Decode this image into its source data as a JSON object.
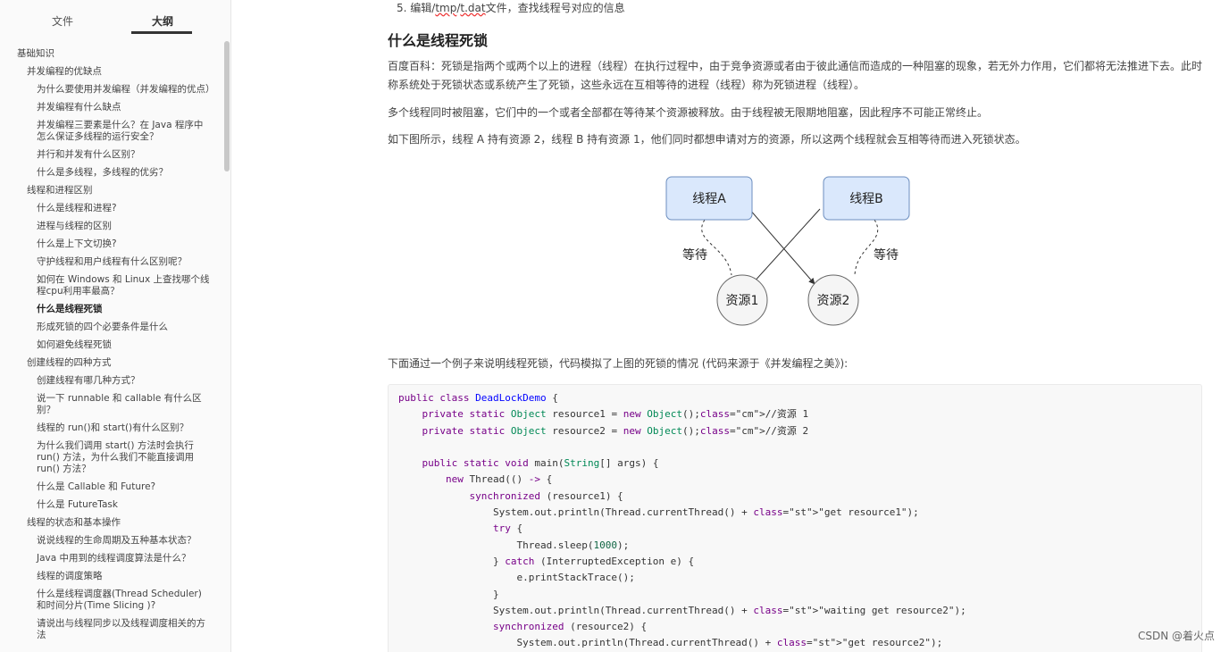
{
  "sidebar": {
    "tabs": [
      {
        "label": "文件"
      },
      {
        "label": "大纲"
      }
    ],
    "toc": [
      {
        "label": "基础知识",
        "level": 1
      },
      {
        "label": "并发编程的优缺点",
        "level": 2
      },
      {
        "label": "为什么要使用并发编程（并发编程的优点）",
        "level": 3
      },
      {
        "label": "并发编程有什么缺点",
        "level": 3
      },
      {
        "label": "并发编程三要素是什么？在 Java 程序中怎么保证多线程的运行安全？",
        "level": 3
      },
      {
        "label": "并行和并发有什么区别？",
        "level": 3
      },
      {
        "label": "什么是多线程，多线程的优劣？",
        "level": 3
      },
      {
        "label": "线程和进程区别",
        "level": 2
      },
      {
        "label": "什么是线程和进程?",
        "level": 3
      },
      {
        "label": "进程与线程的区别",
        "level": 3
      },
      {
        "label": "什么是上下文切换?",
        "level": 3
      },
      {
        "label": "守护线程和用户线程有什么区别呢？",
        "level": 3
      },
      {
        "label": "如何在 Windows 和 Linux 上查找哪个线程cpu利用率最高？",
        "level": 3
      },
      {
        "label": "什么是线程死锁",
        "level": 3,
        "active": true
      },
      {
        "label": "形成死锁的四个必要条件是什么",
        "level": 3
      },
      {
        "label": "如何避免线程死锁",
        "level": 3
      },
      {
        "label": "创建线程的四种方式",
        "level": 2
      },
      {
        "label": "创建线程有哪几种方式？",
        "level": 3
      },
      {
        "label": "说一下 runnable 和 callable 有什么区别？",
        "level": 3
      },
      {
        "label": "线程的 run()和 start()有什么区别？",
        "level": 3
      },
      {
        "label": "为什么我们调用 start() 方法时会执行 run() 方法，为什么我们不能直接调用 run() 方法？",
        "level": 3
      },
      {
        "label": "什么是 Callable 和 Future?",
        "level": 3
      },
      {
        "label": "什么是 FutureTask",
        "level": 3
      },
      {
        "label": "线程的状态和基本操作",
        "level": 2
      },
      {
        "label": "说说线程的生命周期及五种基本状态？",
        "level": 3
      },
      {
        "label": "Java 中用到的线程调度算法是什么？",
        "level": 3
      },
      {
        "label": "线程的调度策略",
        "level": 3
      },
      {
        "label": "什么是线程调度器(Thread Scheduler)和时间分片(Time Slicing )?",
        "level": 3
      },
      {
        "label": "请说出与线程同步以及线程调度相关的方法",
        "level": 3
      }
    ]
  },
  "content": {
    "top_line_prefix": "5. 编辑/",
    "top_line_underlined": "tmp",
    "top_line_mid": "/",
    "top_line_underlined2": "t.dat",
    "top_line_suffix": "文件，查找线程号对应的信息",
    "heading": "什么是线程死锁",
    "p1": "百度百科：死锁是指两个或两个以上的进程（线程）在执行过程中，由于竞争资源或者由于彼此通信而造成的一种阻塞的现象，若无外力作用，它们都将无法推进下去。此时称系统处于死锁状态或系统产生了死锁，这些永远在互相等待的进程（线程）称为死锁进程（线程）。",
    "p2": "多个线程同时被阻塞，它们中的一个或者全部都在等待某个资源被释放。由于线程被无限期地阻塞，因此程序不可能正常终止。",
    "p3": "如下图所示，线程 A 持有资源 2，线程 B 持有资源 1，他们同时都想申请对方的资源，所以这两个线程就会互相等待而进入死锁状态。",
    "p4": "下面通过一个例子来说明线程死锁，代码模拟了上图的死锁的情况 (代码来源于《并发编程之美》):",
    "diagram": {
      "thread_a": "线程A",
      "thread_b": "线程B",
      "resource_1": "资源1",
      "resource_2": "资源2",
      "wait_left": "等待",
      "wait_right": "等待"
    }
  },
  "code_lines": [
    "public class DeadLockDemo {",
    "    private static Object resource1 = new Object();//资源 1",
    "    private static Object resource2 = new Object();//资源 2",
    "",
    "    public static void main(String[] args) {",
    "        new Thread(() -> {",
    "            synchronized (resource1) {",
    "                System.out.println(Thread.currentThread() + \"get resource1\");",
    "                try {",
    "                    Thread.sleep(1000);",
    "                } catch (InterruptedException e) {",
    "                    e.printStackTrace();",
    "                }",
    "                System.out.println(Thread.currentThread() + \"waiting get resource2\");",
    "                synchronized (resource2) {",
    "                    System.out.println(Thread.currentThread() + \"get resource2\");"
  ],
  "watermark": "CSDN @着火点",
  "colors": {
    "diagram_box_fill": "#dae8fc",
    "diagram_box_stroke": "#6c8ebf",
    "diagram_circle_fill": "#f5f5f5",
    "diagram_circle_stroke": "#666666"
  }
}
